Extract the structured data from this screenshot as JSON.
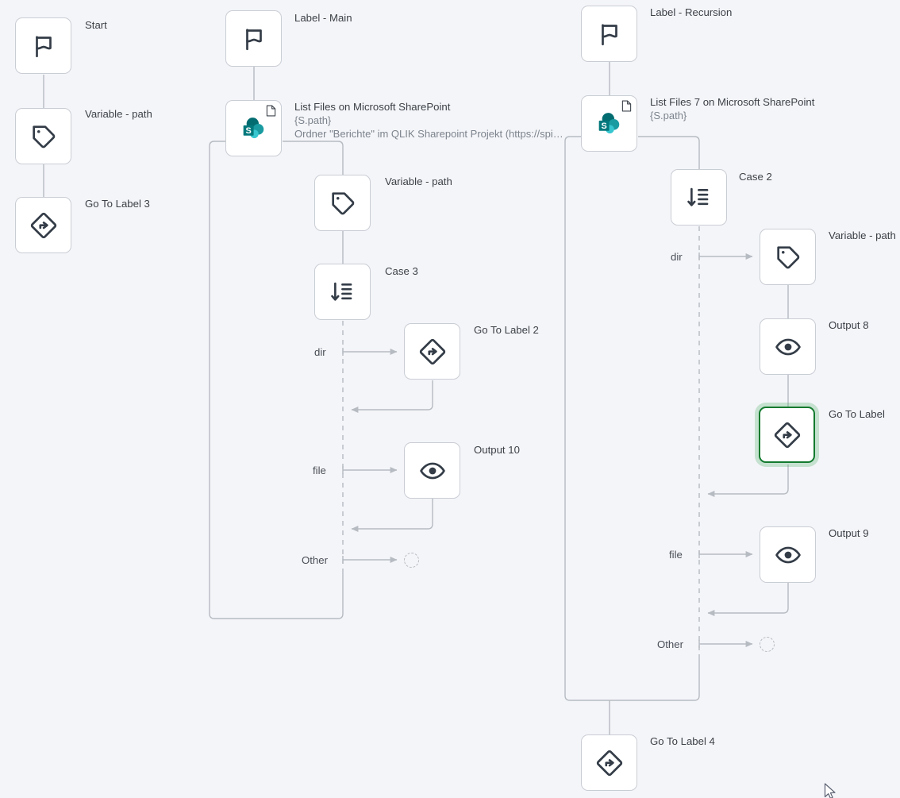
{
  "canvas": {
    "background": "#f4f5f9",
    "wire_color": "#b6bbc2",
    "node_border": "#c9cdd4",
    "node_fill": "#ffffff",
    "selected_border": "#127a2e",
    "selected_glow": "rgba(74,173,100,0.28)",
    "icon_color": "#333c47",
    "label_color": "#4a4f57",
    "sublabel_color": "#7c838c"
  },
  "nodes": [
    {
      "id": "start",
      "icon": "flag-icon",
      "title": "Start",
      "sub1": "",
      "sub2": "",
      "selected": false,
      "badge": ""
    },
    {
      "id": "variable-path-1",
      "icon": "tag-icon",
      "title": "Variable - path",
      "sub1": "",
      "sub2": "",
      "selected": false,
      "badge": ""
    },
    {
      "id": "go-to-label-3",
      "icon": "goto-icon",
      "title": "Go To Label 3",
      "sub1": "",
      "sub2": "",
      "selected": false,
      "badge": ""
    },
    {
      "id": "label-main",
      "icon": "flag-icon",
      "title": "Label - Main",
      "sub1": "",
      "sub2": "",
      "selected": false,
      "badge": ""
    },
    {
      "id": "list-files-sharepoint",
      "icon": "sharepoint-icon",
      "title": "List Files on Microsoft SharePoint",
      "sub1": "{S.path}",
      "sub2": "Ordner \"Berichte\" im QLIK Sharepoint Projekt (https://spi…",
      "selected": false,
      "badge": "document-badge-icon"
    },
    {
      "id": "variable-path-2",
      "icon": "tag-icon",
      "title": "Variable - path",
      "sub1": "",
      "sub2": "",
      "selected": false,
      "badge": ""
    },
    {
      "id": "case-3",
      "icon": "switch-case-icon",
      "title": "Case 3",
      "sub1": "",
      "sub2": "",
      "selected": false,
      "badge": ""
    },
    {
      "id": "go-to-label-2",
      "icon": "goto-icon",
      "title": "Go To Label 2",
      "sub1": "",
      "sub2": "",
      "selected": false,
      "badge": ""
    },
    {
      "id": "output-10",
      "icon": "eye-icon",
      "title": "Output 10",
      "sub1": "",
      "sub2": "",
      "selected": false,
      "badge": ""
    },
    {
      "id": "label-recursion",
      "icon": "flag-icon",
      "title": "Label - Recursion",
      "sub1": "",
      "sub2": "",
      "selected": false,
      "badge": ""
    },
    {
      "id": "list-files-7-sharepoint",
      "icon": "sharepoint-icon",
      "title": "List Files 7 on Microsoft SharePoint",
      "sub1": "{S.path}",
      "sub2": "",
      "selected": false,
      "badge": "document-badge-icon"
    },
    {
      "id": "case-2",
      "icon": "switch-case-icon",
      "title": "Case 2",
      "sub1": "",
      "sub2": "",
      "selected": false,
      "badge": ""
    },
    {
      "id": "variable-path-3",
      "icon": "tag-icon",
      "title": "Variable - path",
      "sub1": "",
      "sub2": "",
      "selected": false,
      "badge": ""
    },
    {
      "id": "output-8",
      "icon": "eye-icon",
      "title": "Output 8",
      "sub1": "",
      "sub2": "",
      "selected": false,
      "badge": ""
    },
    {
      "id": "go-to-label",
      "icon": "goto-icon",
      "title": "Go To Label",
      "sub1": "",
      "sub2": "",
      "selected": true,
      "badge": ""
    },
    {
      "id": "output-9",
      "icon": "eye-icon",
      "title": "Output 9",
      "sub1": "",
      "sub2": "",
      "selected": false,
      "badge": ""
    },
    {
      "id": "go-to-label-4",
      "icon": "goto-icon",
      "title": "Go To Label 4",
      "sub1": "",
      "sub2": "",
      "selected": false,
      "badge": ""
    }
  ],
  "edge_labels": {
    "case3_dir": "dir",
    "case3_file": "file",
    "case3_other": "Other",
    "case2_dir": "dir",
    "case2_file": "file",
    "case2_other": "Other"
  },
  "titles": {
    "start": "Start",
    "variable_path_1": "Variable - path",
    "go_to_label_3": "Go To Label 3",
    "label_main": "Label - Main",
    "list_files_sharepoint": "List Files on Microsoft SharePoint",
    "list_files_sharepoint_sub1": "{S.path}",
    "list_files_sharepoint_sub2": "Ordner \"Berichte\" im QLIK Sharepoint Projekt (https://spi…",
    "variable_path_2": "Variable - path",
    "case_3": "Case 3",
    "go_to_label_2": "Go To Label 2",
    "output_10": "Output 10",
    "label_recursion": "Label - Recursion",
    "list_files_7_sharepoint": "List Files 7 on Microsoft SharePoint",
    "list_files_7_sharepoint_sub1": "{S.path}",
    "case_2": "Case 2",
    "variable_path_3": "Variable - path",
    "output_8": "Output 8",
    "go_to_label": "Go To Label",
    "output_9": "Output 9",
    "go_to_label_4": "Go To Label 4"
  }
}
